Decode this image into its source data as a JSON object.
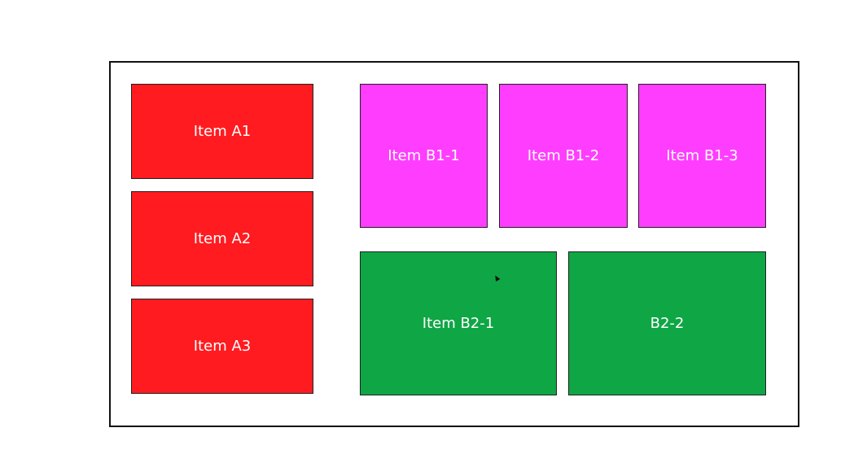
{
  "column_a": {
    "items": [
      {
        "label": "Item A1"
      },
      {
        "label": "Item A2"
      },
      {
        "label": "Item A3"
      }
    ]
  },
  "column_b": {
    "row1": [
      {
        "label": "Item B1-1"
      },
      {
        "label": "Item B1-2"
      },
      {
        "label": "Item B1-3"
      }
    ],
    "row2": [
      {
        "label": "Item B2-1"
      },
      {
        "label": "B2-2"
      }
    ]
  },
  "colors": {
    "red": "#ff1b1f",
    "magenta": "#ff3dff",
    "green": "#0fa645"
  }
}
